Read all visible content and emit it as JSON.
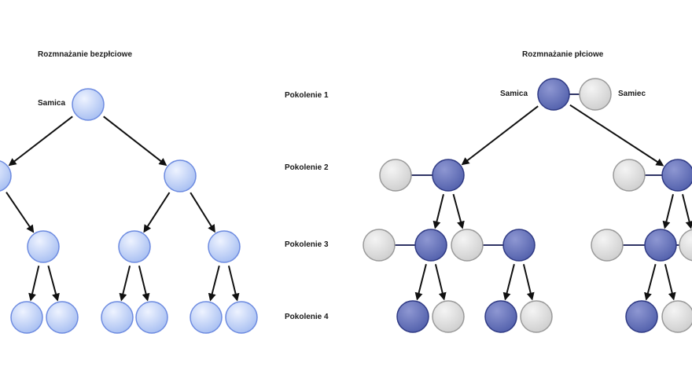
{
  "titles": {
    "asexual": "Rozmnażanie bezpłciowe",
    "sexual": "Rozmnażanie płciowe"
  },
  "generations": [
    "Pokolenie 1",
    "Pokolenie 2",
    "Pokolenie 3",
    "Pokolenie 4"
  ],
  "node_labels": {
    "female_left": "Samica",
    "female_right": "Samica",
    "male_right": "Samiec"
  },
  "colors": {
    "asexual_fill": "#a9c0f2",
    "asexual_stroke": "#6d8be0",
    "female_fill": "#5462ad",
    "female_stroke": "#2f3a84",
    "male_fill": "#cfcfcf",
    "male_stroke": "#9a9a9a",
    "arrow": "#111111",
    "link": "#2f3466"
  }
}
